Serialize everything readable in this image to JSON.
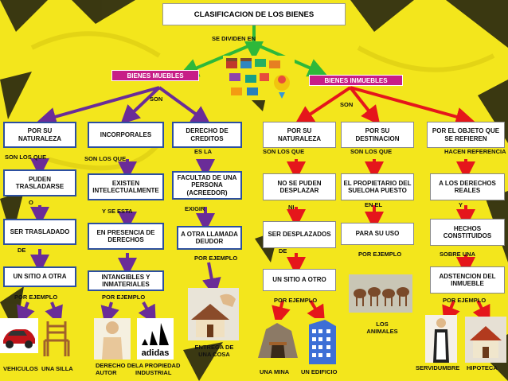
{
  "title": "CLASIFICACION DE LOS BIENES",
  "connector_top": "SE DIVIDEN   EN",
  "left_branch": {
    "label": "BIENES MUEBLES",
    "son": "SON"
  },
  "right_branch": {
    "label": "BIENES INMUEBLES",
    "son": "SON"
  },
  "col1": {
    "head": "POR SU NATURALEZA",
    "c1": "SON LOS   QUE",
    "box2": "PUDEN TRASLADARSE",
    "c2": "O",
    "box3": "SER TRASLADADO",
    "c3": "DE",
    "box4": "UN SITIO A OTRA",
    "c4": "POR      EJEMPLO",
    "ex1": "VEHICULOS",
    "ex2": "UNA SILLA"
  },
  "col2": {
    "head": "INCORPORALES",
    "c1": "SON LOS    QUE",
    "box2": "EXISTEN INTELECTUALMENTE",
    "c2": "Y SE      ESTA",
    "box3": "EN PRESENCIA DE DERECHOS",
    "box4": "INTANGIBLES Y INMATERIALES",
    "c4": "POR      EJEMPLO",
    "ex1": "DERECHO DE AUTOR",
    "ex2": "LA PROPIEDAD INDUSTRIAL"
  },
  "col3": {
    "head": "DERECHO DE CREDITOS",
    "c1": "ES      LA",
    "box2": "FACULTAD DE UNA PERSONA (ACREEDOR)",
    "c2": "EXIGIR",
    "box3": "A OTRA LLAMADA DEUDOR",
    "c3": "POR   EJEMPLO",
    "ex1": "ENTREGA DE UNA COSA"
  },
  "col4": {
    "head": "POR SU NATURALEZA",
    "c1": "SON LOS   QUE",
    "box2": "NO SE PUDEN DESPLAZAR",
    "c2": "NI",
    "box3": "SER DESPLAZADOS",
    "c3": "DE",
    "box4": "UN SITIO A OTRO",
    "c4": "POR      EJEMPLO",
    "ex1": "UNA  MINA",
    "ex2": "UN EDIFICIO"
  },
  "col5": {
    "head": "POR SU DESTINACION",
    "c1": "SON LOS   QUE",
    "box2": "EL PROPIETARIO DEL SUELOHA PUESTO",
    "c2": "EN       EL",
    "box3": "PARA SU USO",
    "c3": "POR      EJEMPLO",
    "ex1": "LOS ANIMALES"
  },
  "col6": {
    "head": "POR EL OBJETO QUE SE REFIEREN",
    "c1": "HACEN   REFERENCIA",
    "box2": "A LOS DERECHOS REALES",
    "c2": "Y",
    "box3": "HECHOS CONSTITUIDOS",
    "c3": "SOBRE     UNA",
    "box4": "ADSTENCION DEL INMUEBLE",
    "c4": "POR      EJEMPLO",
    "ex1": "SERVIDUMBRE",
    "ex2": "HIPOTECA"
  },
  "colors": {
    "purple": "#6a2c98",
    "red": "#e5161b",
    "green": "#2eb83a",
    "magenta": "#c71e87",
    "yellow": "#f3e61c"
  }
}
